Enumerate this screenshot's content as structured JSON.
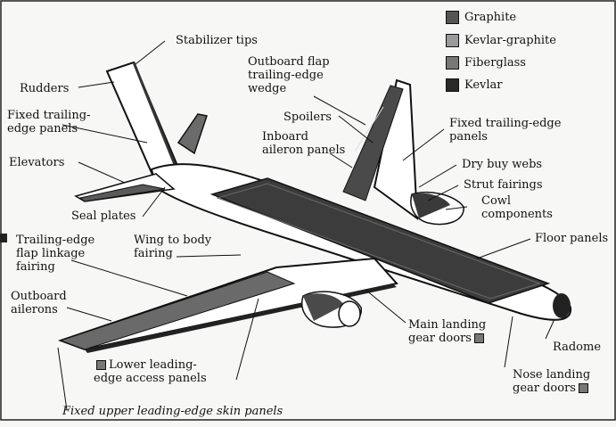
{
  "legend": [
    {
      "label": "Graphite",
      "color": "#555555"
    },
    {
      "label": "Kevlar-graphite",
      "color": "#9a9a9a"
    },
    {
      "label": "Fiberglass",
      "color": "#777777"
    },
    {
      "label": "Kevlar",
      "color": "#2a2a2a"
    }
  ],
  "labels": {
    "stabilizer_tips": "Stabilizer tips",
    "rudders": "Rudders",
    "fixed_te_panels_left": "Fixed trailing-\nedge panels",
    "elevators": "Elevators",
    "seal_plates": "Seal plates",
    "outboard_flap_wedge": "Outboard flap\ntrailing-edge\nwedge",
    "spoilers": "Spoilers",
    "inboard_aileron_panels": "Inboard\naileron panels",
    "fixed_te_panels_right": "Fixed trailing-edge\npanels",
    "dry_bay_webs": "Dry buy webs",
    "strut_fairings": "Strut fairings",
    "cowl_components": "Cowl\ncomponents",
    "te_flap_linkage_fairing": "Trailing-edge\nflap linkage\nfairing",
    "wing_to_body_fairing": "Wing to body\nfairing",
    "floor_panels": "Floor panels",
    "outboard_ailerons": "Outboard\nailerons",
    "main_landing_gear_doors": "Main landing\ngear doors",
    "radome": "Radome",
    "lower_le_access_panels": "Lower leading-\nedge access panels",
    "nose_landing_gear_doors": "Nose landing\ngear doors",
    "fixed_upper_le_skin_panels": "Fixed upper leading-edge skin panels"
  }
}
